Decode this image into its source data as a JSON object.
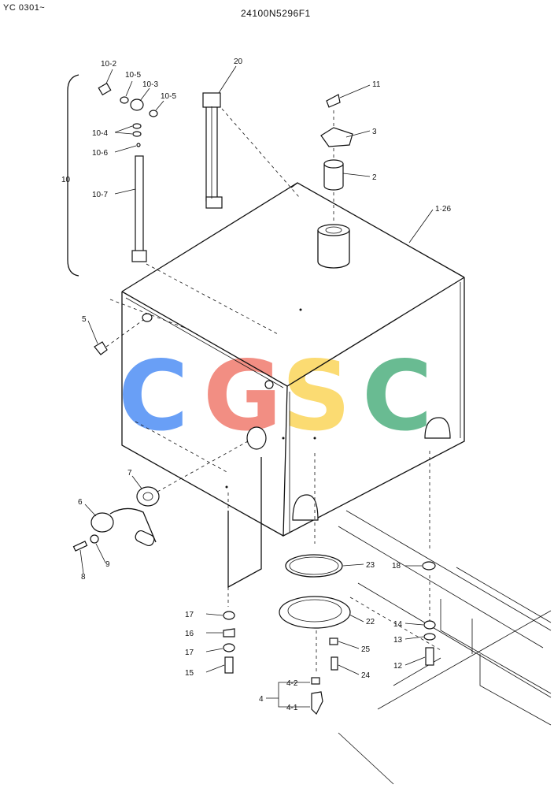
{
  "header": {
    "serial_range": "YC 0301~",
    "part_number": "24100N5296F1"
  },
  "watermark": {
    "letters": [
      "C",
      "G",
      "S",
      "C"
    ],
    "colors": [
      "#4f8ff5",
      "#f07b6e",
      "#fbd55a",
      "#4fb07f"
    ]
  },
  "callouts": {
    "c10_2": "10-2",
    "c10_5a": "10-5",
    "c10_3": "10-3",
    "c10_5b": "10-5",
    "c10_4": "10-4",
    "c10_6": "10-6",
    "c10_7": "10-7",
    "c10": "10",
    "c20": "20",
    "c11": "11",
    "c3": "3",
    "c2": "2",
    "c1_26": "1·26",
    "c5": "5",
    "c7": "7",
    "c6": "6",
    "c9": "9",
    "c8": "8",
    "c23": "23",
    "c18": "18",
    "c22": "22",
    "c14": "14",
    "c13": "13",
    "c12": "12",
    "c25": "25",
    "c24": "24",
    "c17a": "17",
    "c16": "16",
    "c17b": "17",
    "c15": "15",
    "c4": "4",
    "c4_2": "4-2",
    "c4_1": "4-1"
  }
}
